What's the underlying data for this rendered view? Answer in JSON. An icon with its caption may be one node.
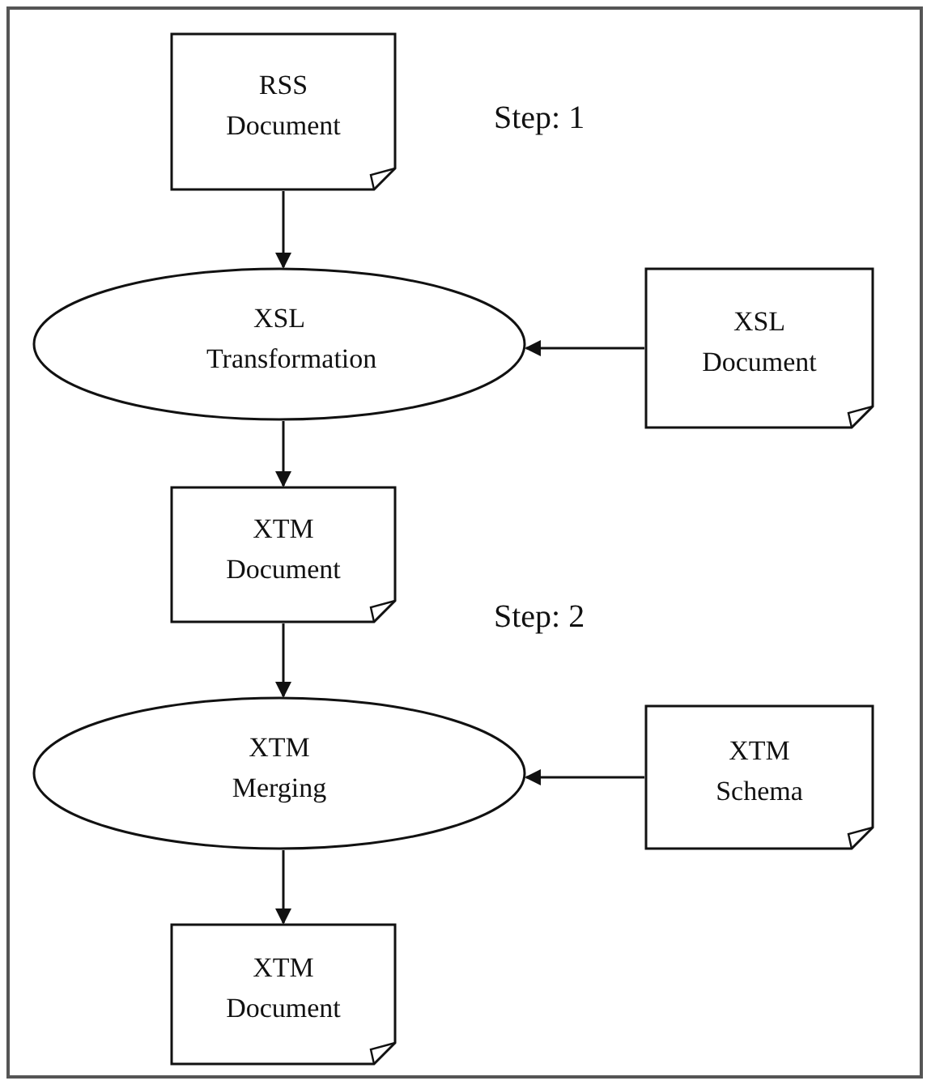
{
  "diagram": {
    "nodes": [
      {
        "text": [
          "RSS Document"
        ]
      },
      {
        "text": [
          "XSL Transformation"
        ]
      },
      {
        "text": [
          "XSL Document"
        ]
      },
      {
        "text": [
          "XTM Document"
        ]
      },
      {
        "text": [
          "XTM Merging"
        ]
      },
      {
        "text": [
          "XTM Schema"
        ]
      },
      {
        "text": [
          "XTM Document"
        ]
      }
    ],
    "edges": [
      {
        "from": 0,
        "to": 1,
        "arrow": "to"
      },
      {
        "from": 2,
        "to": 1,
        "arrow": "to"
      },
      {
        "from": 1,
        "to": 3,
        "arrow": "to"
      },
      {
        "from": 3,
        "to": 4,
        "arrow": "to"
      },
      {
        "from": 5,
        "to": 4,
        "arrow": "to"
      },
      {
        "from": 4,
        "to": 6,
        "arrow": "to"
      }
    ],
    "labels": [
      "Step: 1",
      "Step: 2"
    ]
  }
}
